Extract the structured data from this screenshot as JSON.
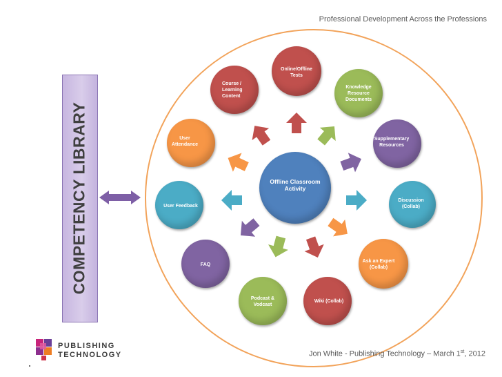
{
  "header": {
    "title": "Professional Development Across the Professions"
  },
  "sidebar": {
    "library_label": "COMPETENCY LIBRARY"
  },
  "diagram": {
    "center": {
      "line1": "Offline Classroom",
      "line2": "Activity",
      "color": "#4f81bd"
    },
    "nodes": [
      {
        "id": "online-offline-tests",
        "line1": "Online/Offline",
        "line2": "Tests",
        "line3": "",
        "color": "#c0504d"
      },
      {
        "id": "knowledge-resource-documents",
        "line1": "Knowledge",
        "line2": "Resource",
        "line3": "Documents",
        "color": "#9bbb59"
      },
      {
        "id": "supplementary-resources",
        "line1": "Supplementary",
        "line2": "Resources",
        "line3": "",
        "color": "#8064a2"
      },
      {
        "id": "discussion-collab",
        "line1": "Discussion",
        "line2": "(Collab)",
        "line3": "",
        "color": "#4bacc6"
      },
      {
        "id": "ask-an-expert-collab",
        "line1": "Ask an Expert",
        "line2": "(Collab)",
        "line3": "",
        "color": "#f79646"
      },
      {
        "id": "wiki-collab",
        "line1": "Wiki (Collab)",
        "line2": "",
        "line3": "",
        "color": "#c0504d"
      },
      {
        "id": "podcast-vodcast",
        "line1": "Podcast &",
        "line2": "Vodcast",
        "line3": "",
        "color": "#9bbb59"
      },
      {
        "id": "faq",
        "line1": "FAQ",
        "line2": "",
        "line3": "",
        "color": "#8064a2"
      },
      {
        "id": "user-feedback",
        "line1": "User Feedback",
        "line2": "",
        "line3": "",
        "color": "#4bacc6"
      },
      {
        "id": "user-attendance",
        "line1": "User",
        "line2": "Attendance",
        "line3": "",
        "color": "#f79646"
      },
      {
        "id": "course-learning-content",
        "line1": "Course /",
        "line2": "Learning",
        "line3": "Content",
        "color": "#c0504d"
      }
    ],
    "ring_color": "#f2a35a",
    "connector_color": "#7e5fa6"
  },
  "logo": {
    "line1": "PUBLISHING",
    "line2": "TECHNOLOGY"
  },
  "footer": {
    "author": "Jon White - Publishing Technology – March 1",
    "date_suffix": "st",
    "year": ", 2012"
  }
}
